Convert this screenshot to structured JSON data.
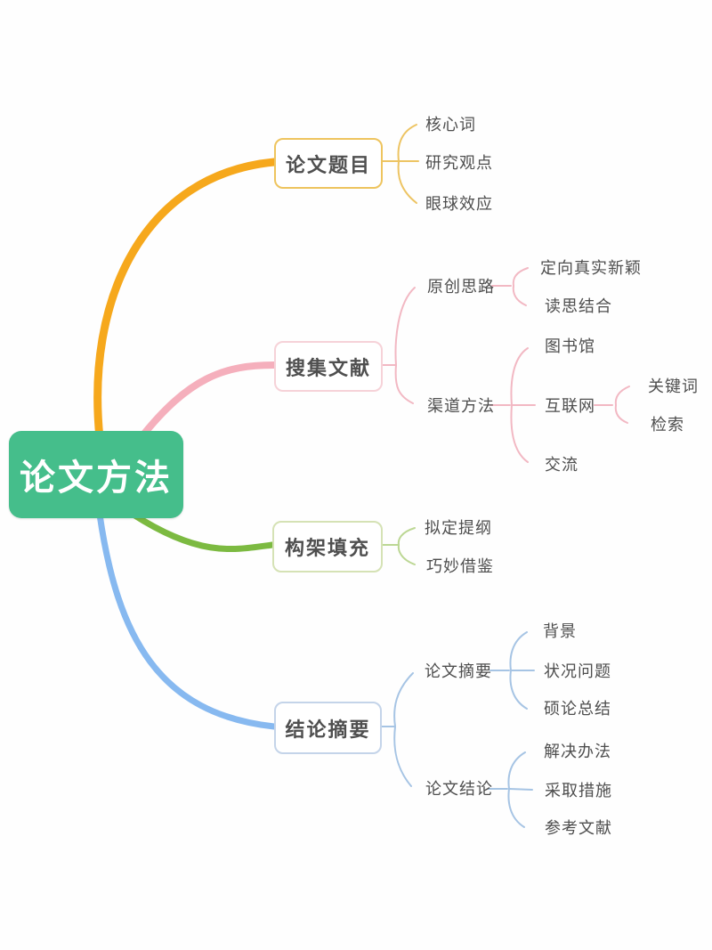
{
  "root": {
    "label": "论文方法"
  },
  "palette": {
    "root_fill": "#45be8b",
    "root_text": "#ffffff",
    "branch_yellow": "#f6a81c",
    "branch_yellow_border": "#eec45e",
    "branch_pink": "#f5afbc",
    "branch_pink_border": "#f6d2d8",
    "branch_green": "#7cba41",
    "branch_green_border": "#d5e2b5",
    "branch_blue": "#87b9f0",
    "branch_blue_border": "#c4d4e9",
    "node_text": "#4f4f4f",
    "leaf_text": "#4e4e4e",
    "background": "#fefefe"
  },
  "branches": [
    {
      "label": "论文题目",
      "color": "#f6a81c",
      "children": [
        {
          "label": "核心词"
        },
        {
          "label": "研究观点"
        },
        {
          "label": "眼球效应"
        }
      ]
    },
    {
      "label": "搜集文献",
      "color": "#f5afbc",
      "children": [
        {
          "label": "原创思路",
          "children": [
            {
              "label": "定向真实新颖"
            },
            {
              "label": "读思结合"
            }
          ]
        },
        {
          "label": "渠道方法",
          "children": [
            {
              "label": "图书馆"
            },
            {
              "label": "互联网",
              "children": [
                {
                  "label": "关键词"
                },
                {
                  "label": "检索"
                }
              ]
            },
            {
              "label": "交流"
            }
          ]
        }
      ]
    },
    {
      "label": "构架填充",
      "color": "#7cba41",
      "children": [
        {
          "label": "拟定提纲"
        },
        {
          "label": "巧妙借鉴"
        }
      ]
    },
    {
      "label": "结论摘要",
      "color": "#87b9f0",
      "children": [
        {
          "label": "论文摘要",
          "children": [
            {
              "label": "背景"
            },
            {
              "label": "状况问题"
            },
            {
              "label": "硕论总结"
            }
          ]
        },
        {
          "label": "论文结论",
          "children": [
            {
              "label": "解决办法"
            },
            {
              "label": "采取措施"
            },
            {
              "label": "参考文献"
            }
          ]
        }
      ]
    }
  ]
}
